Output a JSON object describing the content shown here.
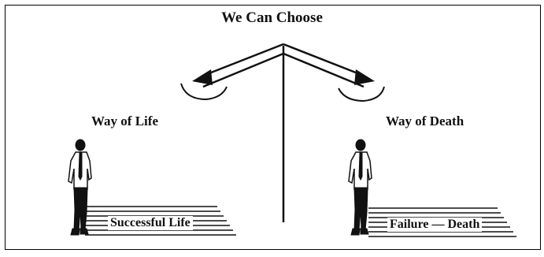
{
  "title": "We Can Choose",
  "paths": {
    "left": {
      "label": "Way of Life",
      "destination": "Successful Life"
    },
    "right": {
      "label": "Way of Death",
      "destination": "Failure — Death"
    }
  },
  "colors": {
    "ink": "#111111",
    "background": "#ffffff"
  },
  "icons": [
    "arrow-left-icon",
    "arrow-right-icon",
    "walking-man-icon"
  ]
}
